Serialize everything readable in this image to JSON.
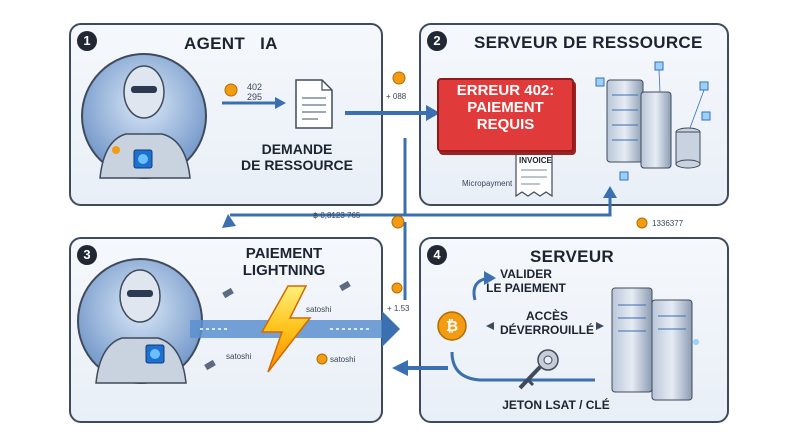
{
  "panels": {
    "p1": {
      "number": "1",
      "title": "AGENT   IA"
    },
    "p2": {
      "number": "2",
      "title": "SERVEUR DE RESSOURCE"
    },
    "p3": {
      "number": "3",
      "title": "PAIEMENT\nLIGHTNING"
    },
    "p4": {
      "number": "4",
      "title": "SERVEUR"
    }
  },
  "labels": {
    "demande": "DEMANDE\nDE RESSOURCE",
    "code_402": "402\n295",
    "plus_088": "+ 088",
    "erreur": "ERREUR 402:\nPAIEMENT\nREQUIS",
    "invoice": "INVOICE",
    "micropayment": "Micropayment",
    "amount_left": "฿ 0,8123 765",
    "amount_right": "1336377",
    "plus_153": "+ 1.53",
    "satoshi": "satoshi",
    "valider": "VALIDER\nLE PAIEMENT",
    "acces": "ACCÈS\nDÉVERROUILLÉ",
    "jeton": "JETON LSAT / CLÉ"
  },
  "colors": {
    "accent_blue": "#3a6fb0",
    "bitcoin_orange": "#f39c12",
    "error_red": "#e13a3a",
    "lightning_yellow": "#ffc21a"
  }
}
